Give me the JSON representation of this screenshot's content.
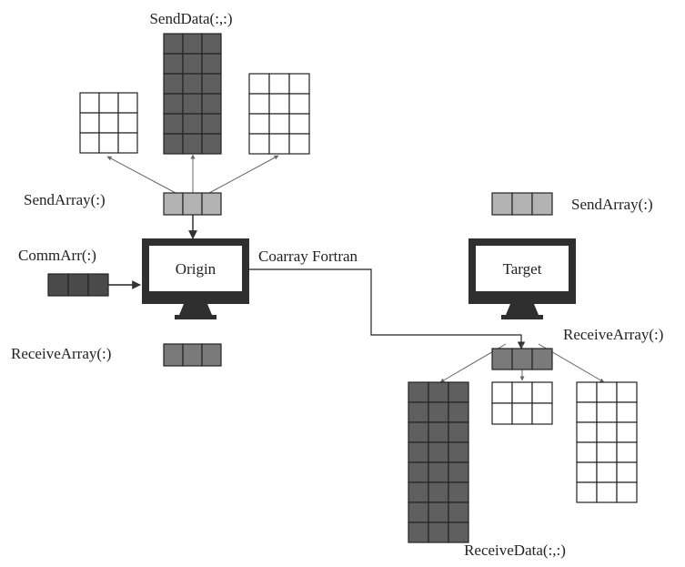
{
  "labels": {
    "send_data": "SendData(:,:)",
    "send_array_origin": "SendArray(:)",
    "send_array_target": "SendArray(:)",
    "comm_arr": "CommArr(:)",
    "coarray_fortran": "Coarray Fortran",
    "receive_array_origin": "ReceiveArray(:)",
    "receive_array_target": "ReceiveArray(:)",
    "receive_data": "ReceiveData(:,:)"
  },
  "monitors": {
    "origin": "Origin",
    "target": "Target"
  },
  "colors": {
    "dark_fill": "#5f5f5f",
    "mid_fill": "#7a7a7a",
    "light_fill": "#b3b3b3",
    "very_dark_fill": "#4a4a4a",
    "stroke": "#222222",
    "white_fill": "#ffffff",
    "line": "#555555"
  }
}
